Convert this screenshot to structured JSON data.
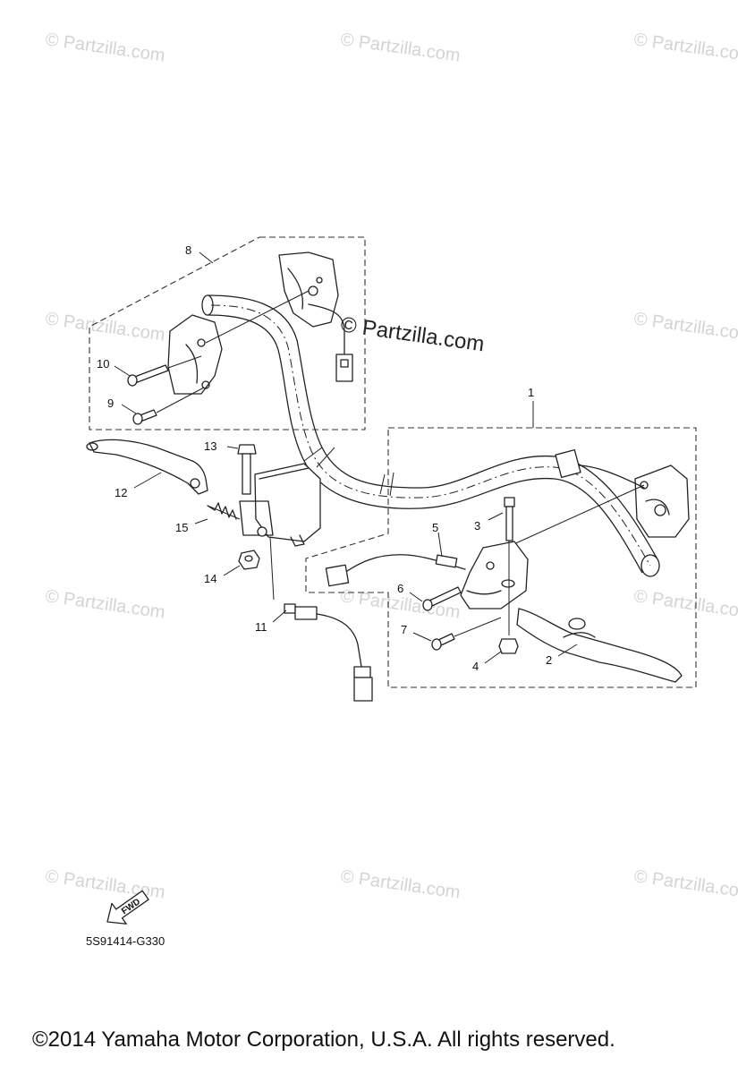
{
  "watermarks": {
    "small_text": "© Partzilla.com",
    "large_text": "© Partzilla.com"
  },
  "callouts": [
    "1",
    "2",
    "3",
    "4",
    "5",
    "6",
    "7",
    "8",
    "9",
    "10",
    "11",
    "12",
    "13",
    "14",
    "15"
  ],
  "fwd_label": "FWD",
  "diagram_code": "5S91414-G330",
  "footer": "©2014  Yamaha Motor Corporation, U.S.A. All rights reserved."
}
